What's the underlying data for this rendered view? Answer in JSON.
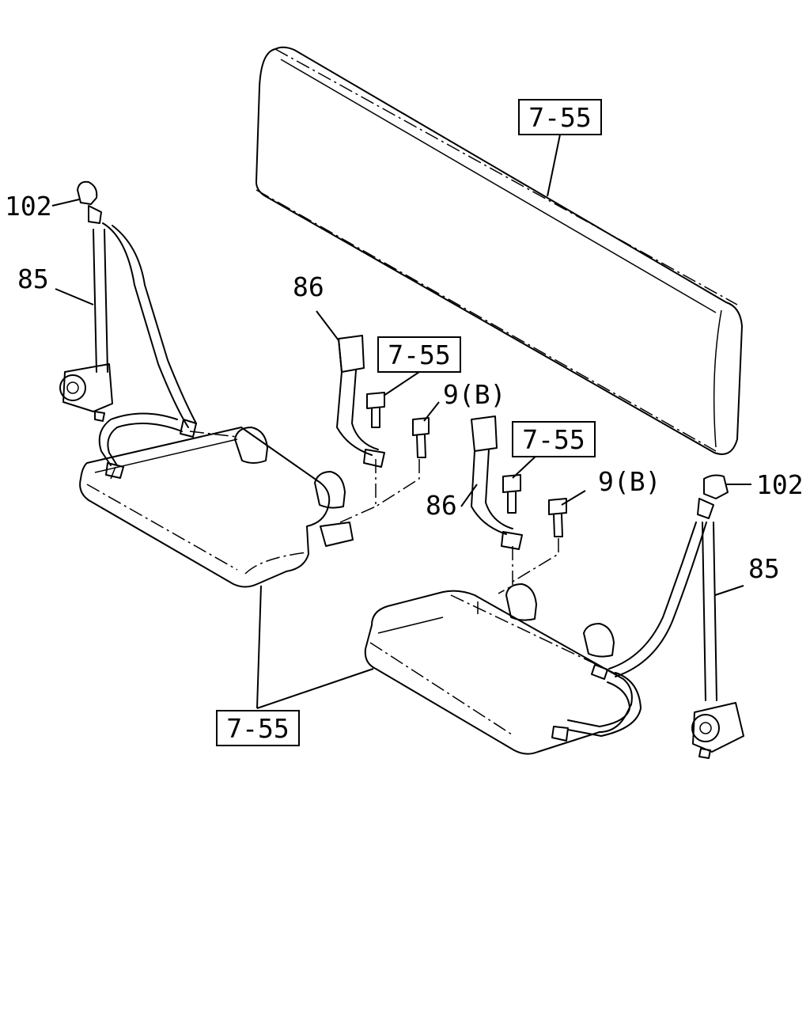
{
  "callouts": {
    "ref_backrest": "7-55",
    "ref_left_buckle": "7-55",
    "ref_right_buckle": "7-55",
    "ref_cushions": "7-55",
    "left_anchor_cover": "102",
    "right_anchor_cover": "102",
    "left_belt": "85",
    "right_belt": "85",
    "left_buckle": "86",
    "right_buckle": "86",
    "left_bolt": "9(B)",
    "right_bolt": "9(B)"
  }
}
